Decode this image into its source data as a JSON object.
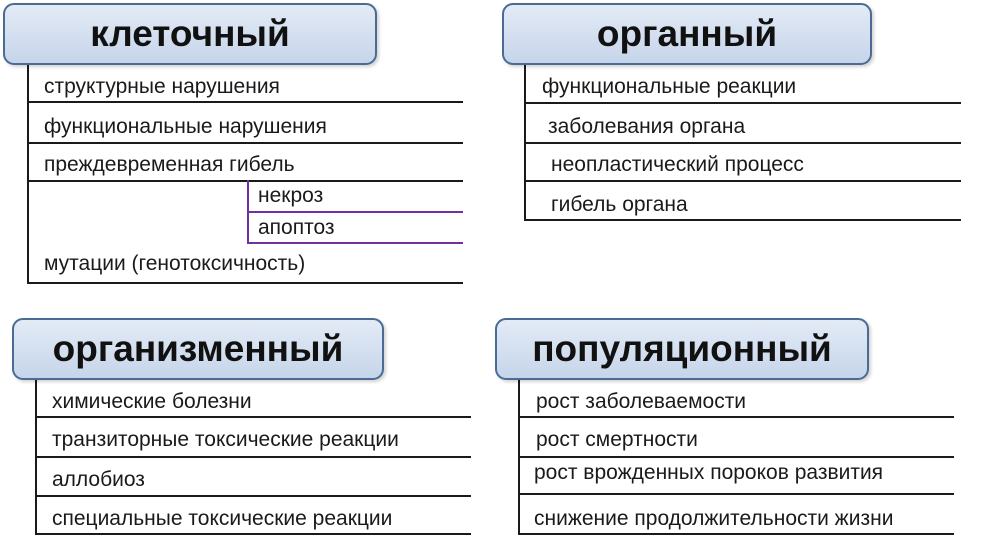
{
  "cellular": {
    "title": "клеточный",
    "items": [
      "структурные нарушения",
      "функциональные нарушения",
      "преждевременная гибель",
      "мутации (генотоксичность)"
    ],
    "subitems": [
      "некроз",
      "апоптоз"
    ]
  },
  "organ": {
    "title": "органный",
    "items": [
      "функциональные реакции",
      "заболевания органа",
      "неопластический процесс",
      "гибель органа"
    ]
  },
  "organism": {
    "title": "организменный",
    "items": [
      "химические болезни",
      "транзиторные токсические реакции",
      "аллобиоз",
      "специальные токсические реакции"
    ]
  },
  "population": {
    "title": "популяционный",
    "items": [
      "рост заболеваемости",
      "рост смертности",
      "рост врожденных пороков развития",
      "снижение  продолжительности жизни"
    ]
  },
  "colors": {
    "header_fill": "#c6d5ea",
    "header_border": "#4a6b94",
    "sub_line": "#7030a0"
  }
}
